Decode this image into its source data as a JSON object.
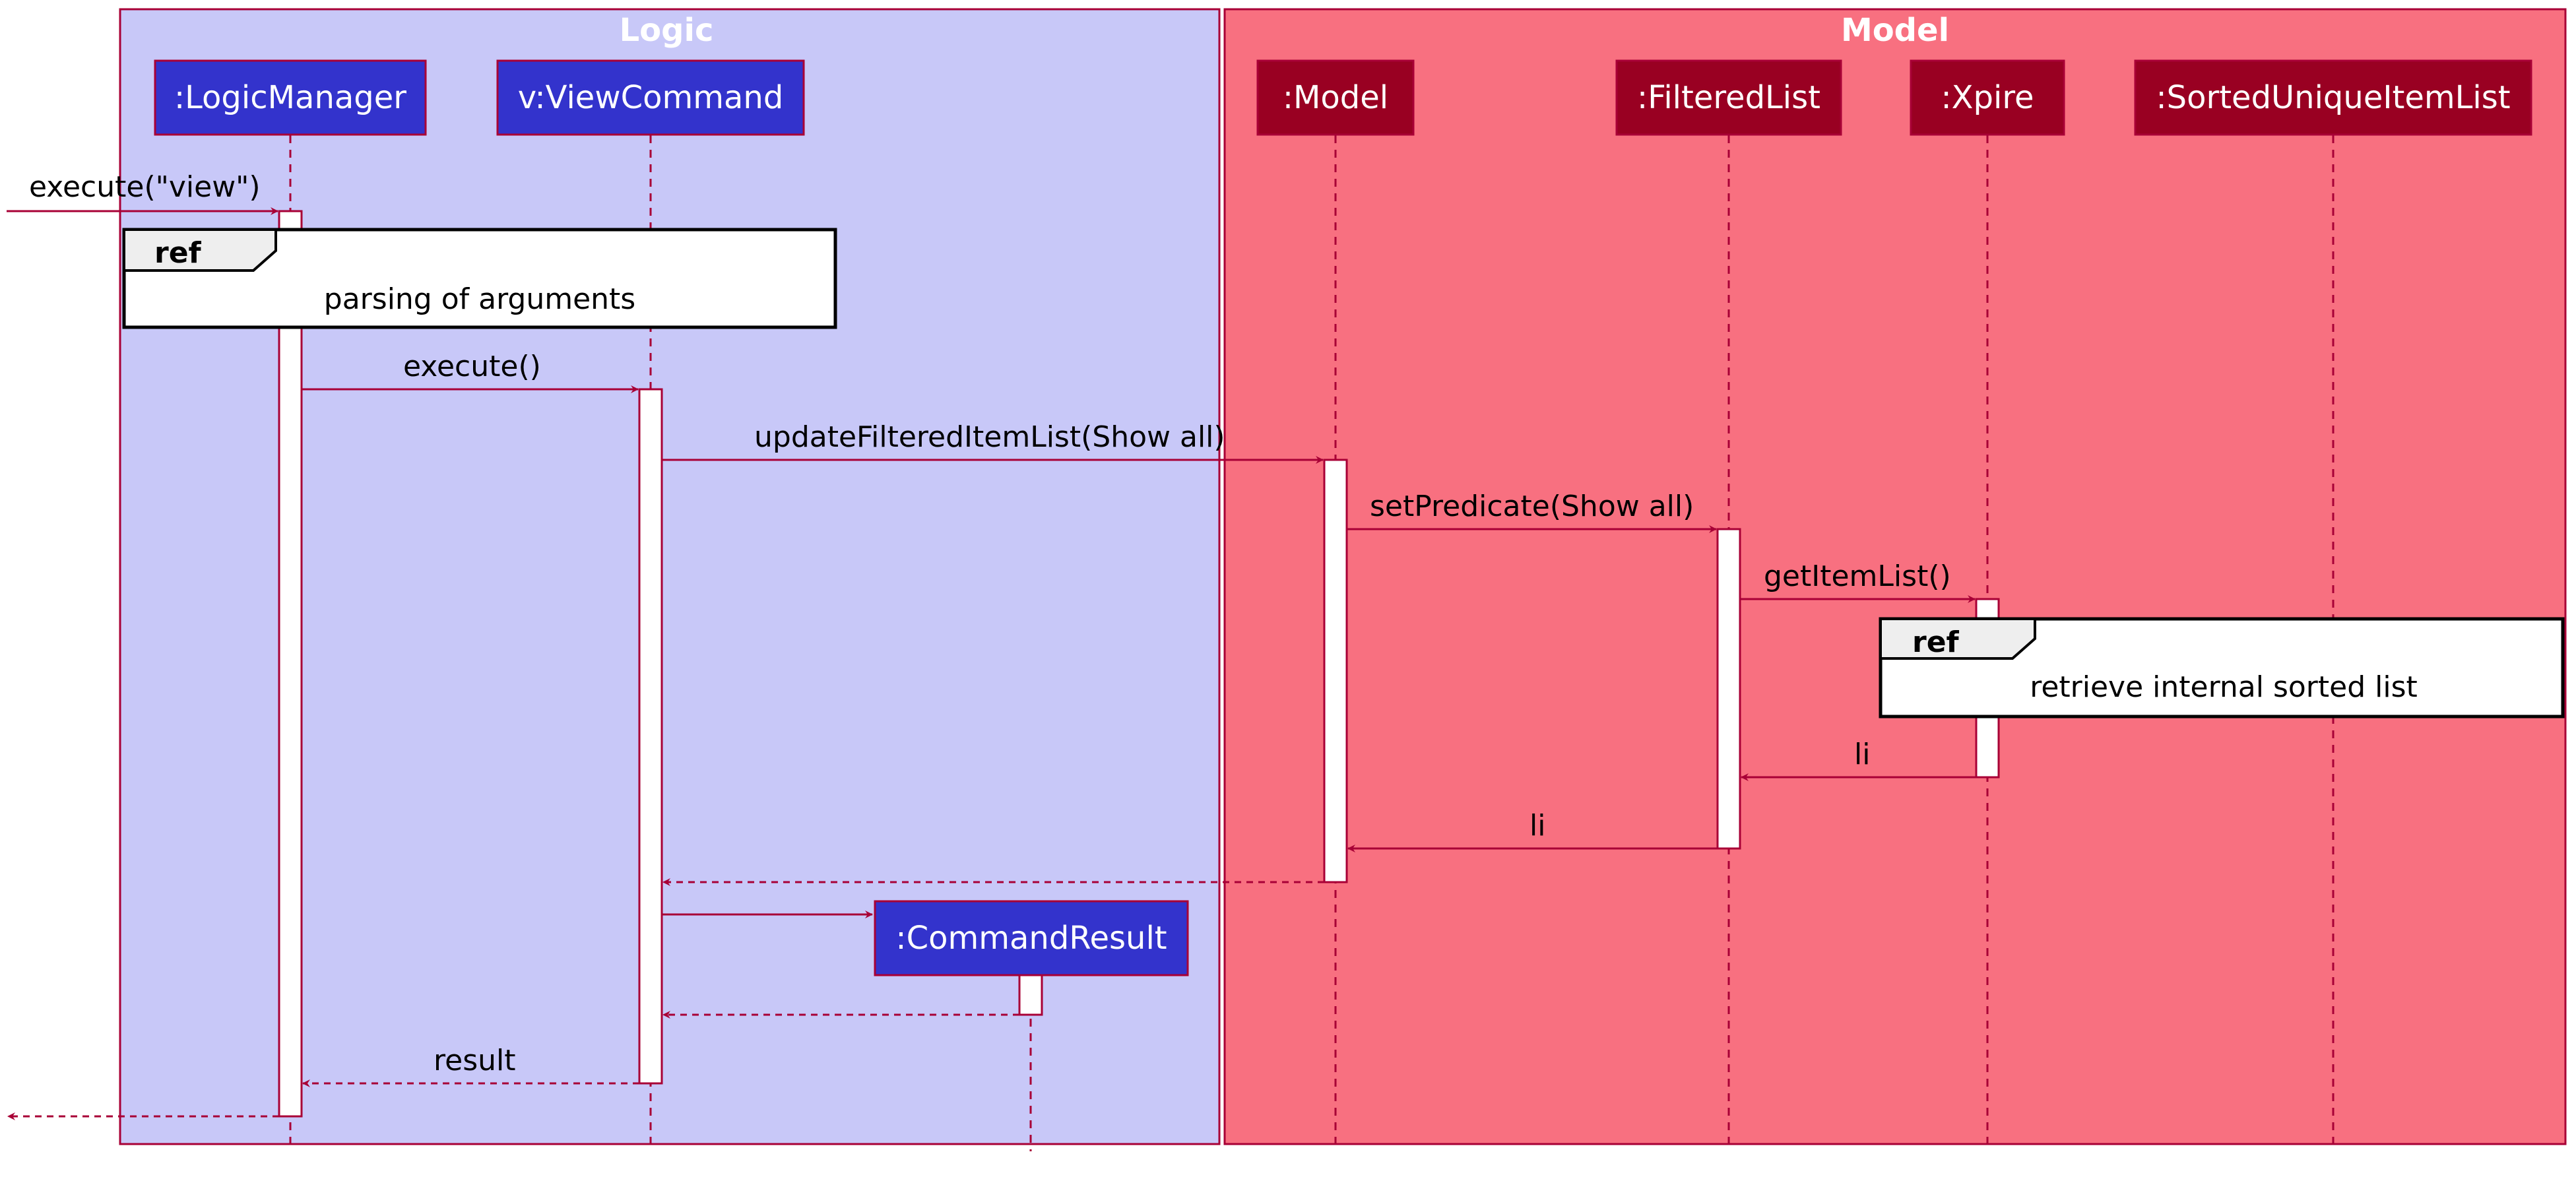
{
  "boxes": {
    "logic": {
      "title": "Logic",
      "fill": "#C8C8F8"
    },
    "model": {
      "title": "Model",
      "fill": "#F87080"
    }
  },
  "participants": {
    "logic_manager": {
      "label": ":LogicManager",
      "fill": "#3333CC"
    },
    "view_command": {
      "label": "v:ViewCommand",
      "fill": "#3333CC"
    },
    "model": {
      "label": ":Model",
      "fill": "#990022"
    },
    "filtered_list": {
      "label": ":FilteredList",
      "fill": "#990022"
    },
    "xpire": {
      "label": ":Xpire",
      "fill": "#990022"
    },
    "sorted_unique_item_list": {
      "label": ":SortedUniqueItemList",
      "fill": "#990022"
    },
    "command_result": {
      "label": ":CommandResult",
      "fill": "#3333CC"
    }
  },
  "messages": {
    "execute_view": "execute(\"view\")",
    "execute": "execute()",
    "update_filtered": "updateFilteredItemList(Show all)",
    "set_predicate": "setPredicate(Show all)",
    "get_item_list": "getItemList()",
    "li_from_xpire": "li",
    "li_from_filtered": "li",
    "result": "result"
  },
  "refs": {
    "parsing": {
      "tag": "ref",
      "text": "parsing of arguments"
    },
    "retrieve": {
      "tag": "ref",
      "text": "retrieve internal sorted list"
    }
  },
  "colors": {
    "line": "#A80036",
    "border": "#A80036"
  }
}
